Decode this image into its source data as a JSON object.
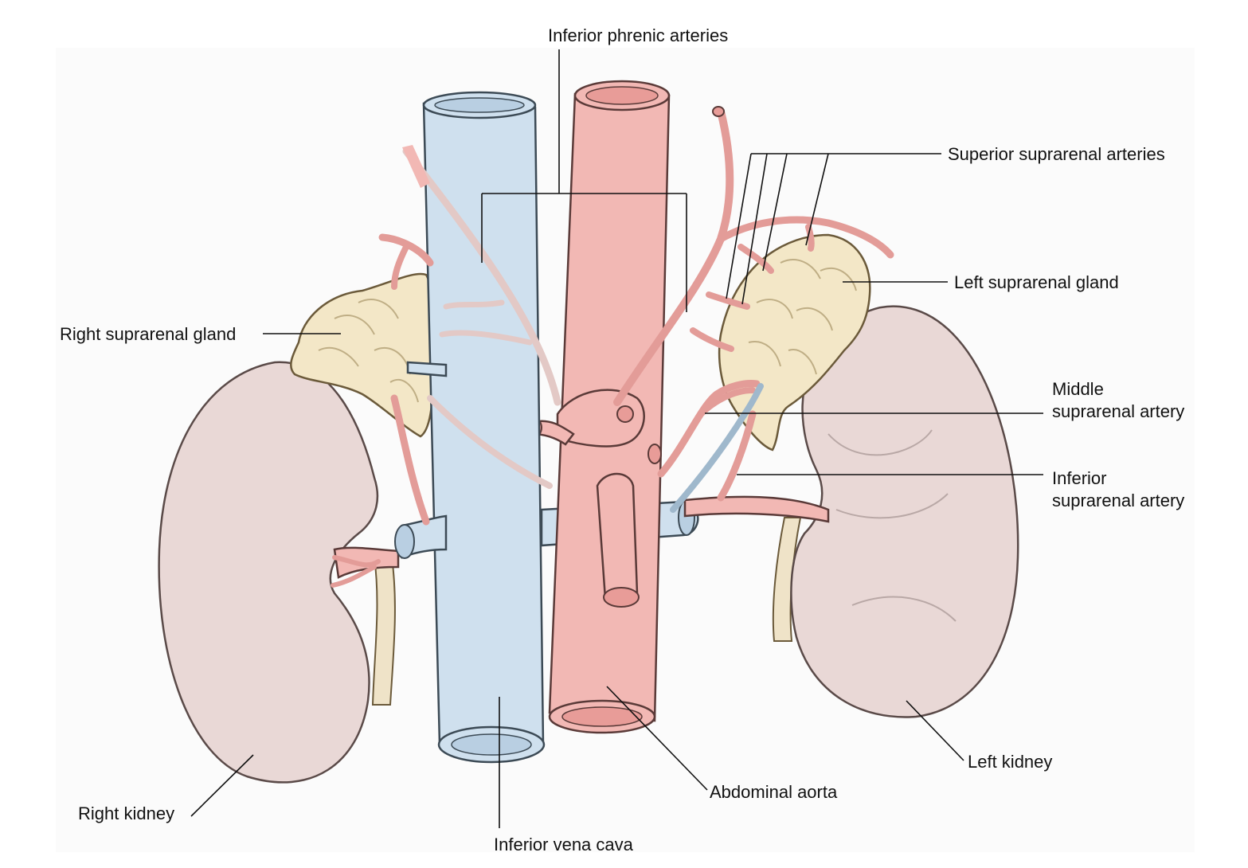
{
  "colors": {
    "kidney": "#e9d8d6",
    "kidney_stroke": "#5a4a48",
    "suprarenal": "#f3e7c7",
    "artery": "#f2b8b4",
    "artery_dark": "#e39c98",
    "vein": "#cfe0ee",
    "vein_inner": "#b9cfe2",
    "ureter": "#efe3c8",
    "leader": "#111111"
  },
  "labels": {
    "inferior_phrenic_arteries": "Inferior phrenic arteries",
    "superior_suprarenal_arteries": "Superior suprarenal arteries",
    "left_suprarenal_gland": "Left suprarenal gland",
    "right_suprarenal_gland": "Right suprarenal gland",
    "middle_suprarenal_artery_line1": "Middle",
    "middle_suprarenal_artery_line2": "suprarenal artery",
    "inferior_suprarenal_artery_line1": "Inferior",
    "inferior_suprarenal_artery_line2": "suprarenal artery",
    "left_kidney": "Left kidney",
    "right_kidney": "Right kidney",
    "abdominal_aorta": "Abdominal aorta",
    "inferior_vena_cava": "Inferior vena cava"
  }
}
